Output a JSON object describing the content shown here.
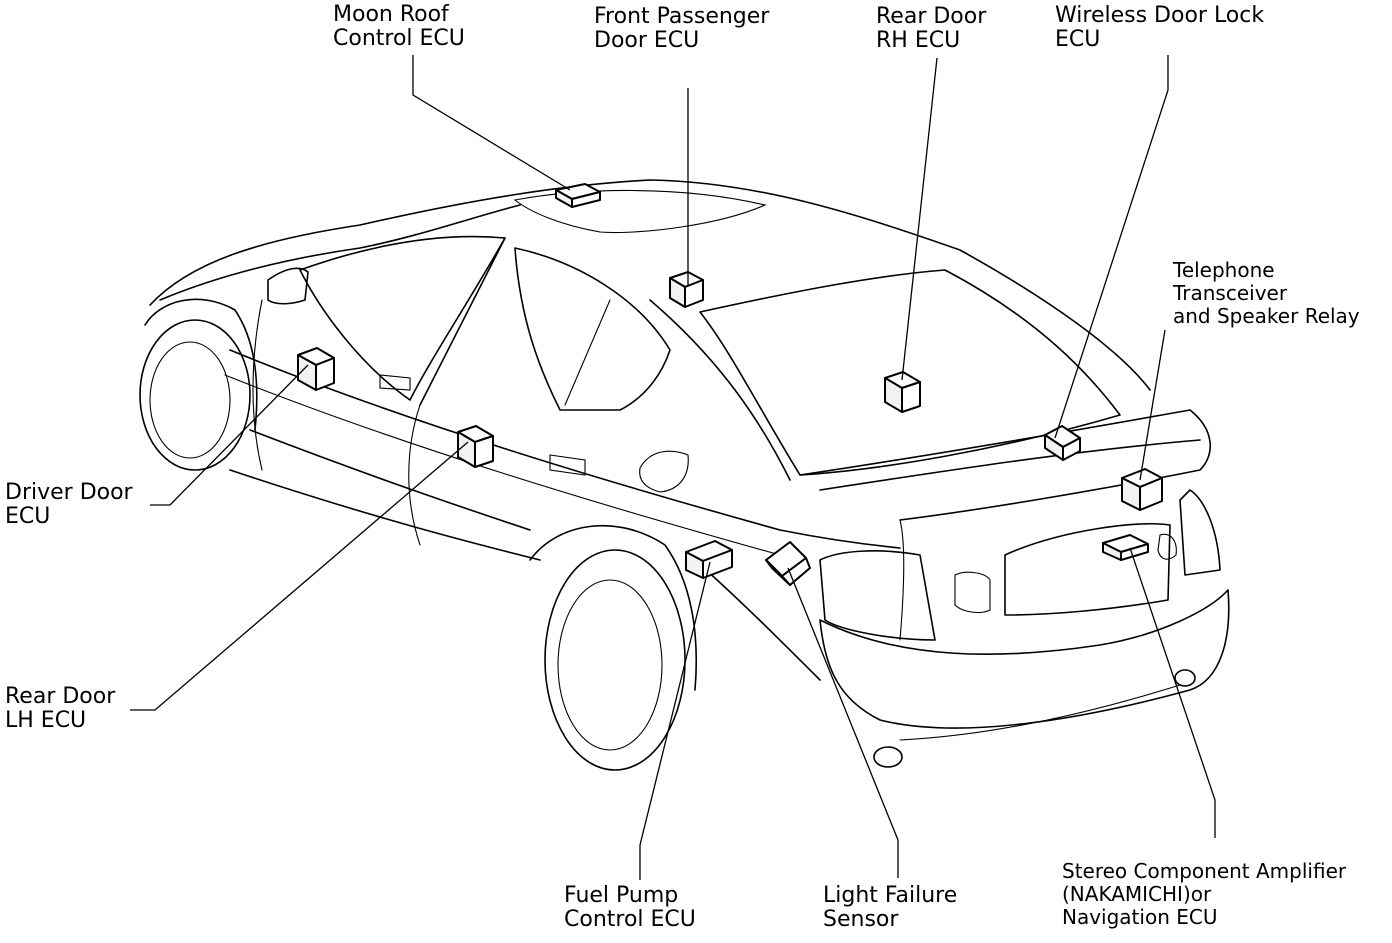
{
  "labels": {
    "moon_roof": [
      "Moon Roof",
      "Control ECU"
    ],
    "front_passenger": [
      "Front Passenger",
      "Door ECU"
    ],
    "rear_door_rh": [
      "Rear Door",
      "RH ECU"
    ],
    "wireless_lock": [
      "Wireless Door Lock",
      "ECU"
    ],
    "telephone": [
      "Telephone",
      "Transceiver",
      "and Speaker Relay"
    ],
    "driver_door": [
      "Driver Door",
      "ECU"
    ],
    "rear_door_lh": [
      "Rear Door",
      "LH ECU"
    ],
    "fuel_pump": [
      "Fuel Pump",
      "Control ECU"
    ],
    "light_failure": [
      "Light Failure",
      "Sensor"
    ],
    "stereo": [
      "Stereo Component Amplifier",
      "(NAKAMICHI)or",
      "Navigation ECU"
    ]
  },
  "colors": {
    "line": "#000000",
    "background": "#ffffff"
  }
}
